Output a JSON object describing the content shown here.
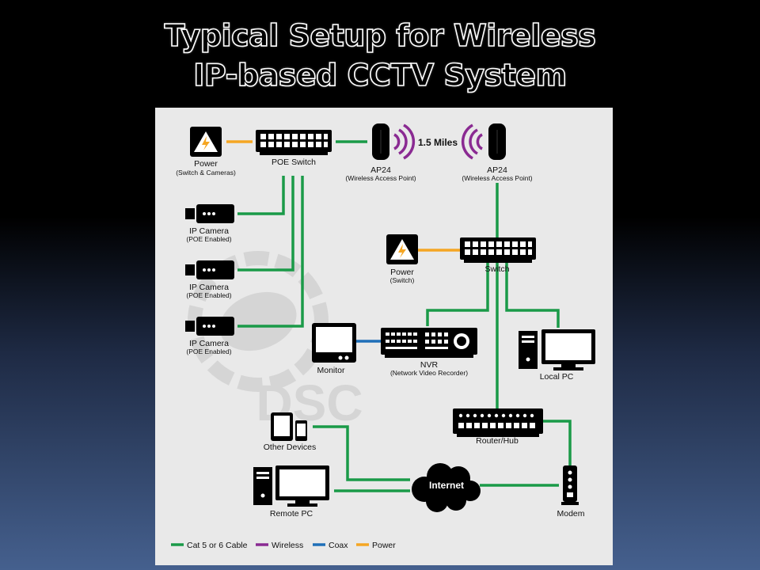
{
  "title": {
    "line1": "Typical Setup for  Wireless",
    "line2": "IP-based CCTV System"
  },
  "colors": {
    "cat_cable": "#1a9a48",
    "wireless": "#8a2a92",
    "coax": "#1f6fb8",
    "power": "#f5a623"
  },
  "watermark": "DSC",
  "nodes": {
    "power1": {
      "label": "Power",
      "sub": "(Switch & Cameras)",
      "icon": "lightning-icon"
    },
    "poe_switch": {
      "label": "POE Switch",
      "icon": "switch-icon"
    },
    "ap24_left": {
      "label": "AP24",
      "sub": "(Wireless Access Point)",
      "icon": "access-point-icon"
    },
    "distance": "1.5 Miles",
    "ap24_right": {
      "label": "AP24",
      "sub": "(Wireless Access Point)",
      "icon": "access-point-icon"
    },
    "camera1": {
      "label": "IP Camera",
      "sub": "(POE Enabled)",
      "icon": "camera-icon"
    },
    "camera2": {
      "label": "IP Camera",
      "sub": "(POE Enabled)",
      "icon": "camera-icon"
    },
    "camera3": {
      "label": "IP Camera",
      "sub": "(POE Enabled)",
      "icon": "camera-icon"
    },
    "power2": {
      "label": "Power",
      "sub": "(Switch)",
      "icon": "lightning-icon"
    },
    "switch": {
      "label": "Switch",
      "icon": "switch-icon"
    },
    "monitor": {
      "label": "Monitor",
      "icon": "monitor-icon"
    },
    "nvr": {
      "label": "NVR",
      "sub": "(Network Video Recorder)",
      "icon": "nvr-icon"
    },
    "local_pc": {
      "label": "Local PC",
      "icon": "pc-icon"
    },
    "router": {
      "label": "Router/Hub",
      "icon": "router-icon"
    },
    "other_devices": {
      "label": "Other Devices",
      "icon": "tablet-phone-icon"
    },
    "internet": {
      "label": "Internet",
      "icon": "cloud-icon"
    },
    "remote_pc": {
      "label": "Remote PC",
      "icon": "pc-icon"
    },
    "modem": {
      "label": "Modem",
      "icon": "modem-icon"
    }
  },
  "legend": [
    {
      "label": "Cat 5 or 6 Cable",
      "color": "#1a9a48"
    },
    {
      "label": "Wireless",
      "color": "#8a2a92"
    },
    {
      "label": "Coax",
      "color": "#1f6fb8"
    },
    {
      "label": "Power",
      "color": "#f5a623"
    }
  ]
}
